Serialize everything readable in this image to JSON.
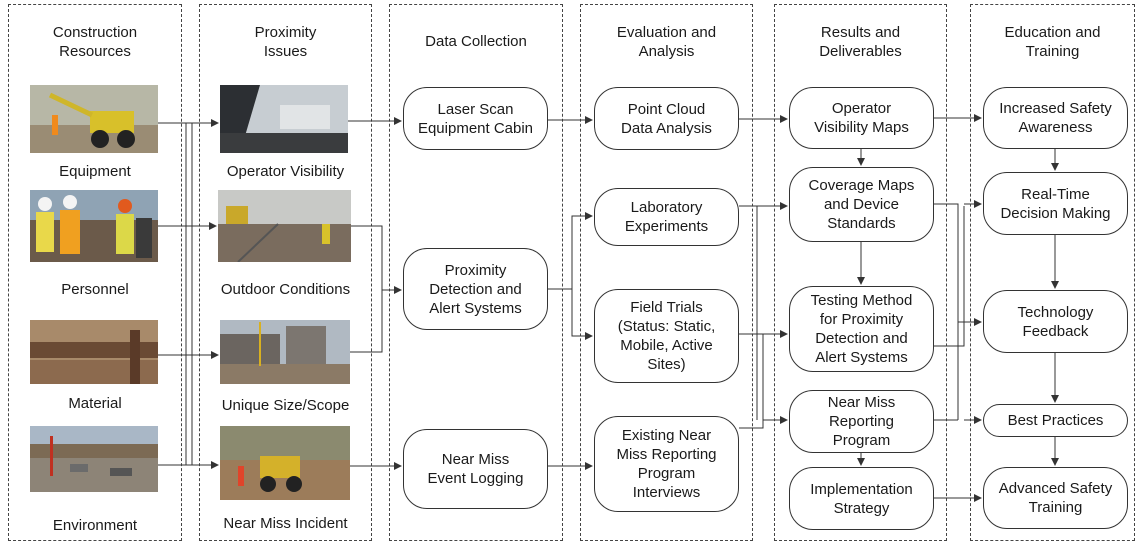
{
  "columns": {
    "resources": "Construction\nResources",
    "proximity": "Proximity\nIssues",
    "collection": "Data Collection",
    "evaluation": "Evaluation and\nAnalysis",
    "results": "Results and\nDeliverables",
    "education": "Education and\nTraining"
  },
  "resources": {
    "equipment": "Equipment",
    "personnel": "Personnel",
    "material": "Material",
    "environment": "Environment"
  },
  "issues": {
    "visibility": "Operator Visibility",
    "outdoor": "Outdoor Conditions",
    "scope": "Unique Size/Scope",
    "nearmiss": "Near Miss Incident"
  },
  "collection": {
    "laser": "Laser Scan\nEquipment Cabin",
    "proximity": "Proximity\nDetection and\nAlert Systems",
    "logging": "Near Miss\nEvent Logging"
  },
  "evaluation": {
    "pointcloud": "Point Cloud\nData Analysis",
    "lab": "Laboratory\nExperiments",
    "field": "Field Trials\n(Status: Static,\nMobile, Active\nSites)",
    "interviews": "Existing Near\nMiss Reporting\nProgram\nInterviews"
  },
  "results": {
    "maps": "Operator\nVisibility Maps",
    "coverage": "Coverage Maps\nand Device\nStandards",
    "testing": "Testing Method\nfor Proximity\nDetection and\nAlert Systems",
    "reporting": "Near Miss\nReporting\nProgram",
    "implementation": "Implementation\nStrategy"
  },
  "education": {
    "awareness": "Increased Safety\nAwareness",
    "realtime": "Real-Time\nDecision Making",
    "feedback": "Technology\nFeedback",
    "practices": "Best Practices",
    "training": "Advanced Safety\nTraining"
  }
}
